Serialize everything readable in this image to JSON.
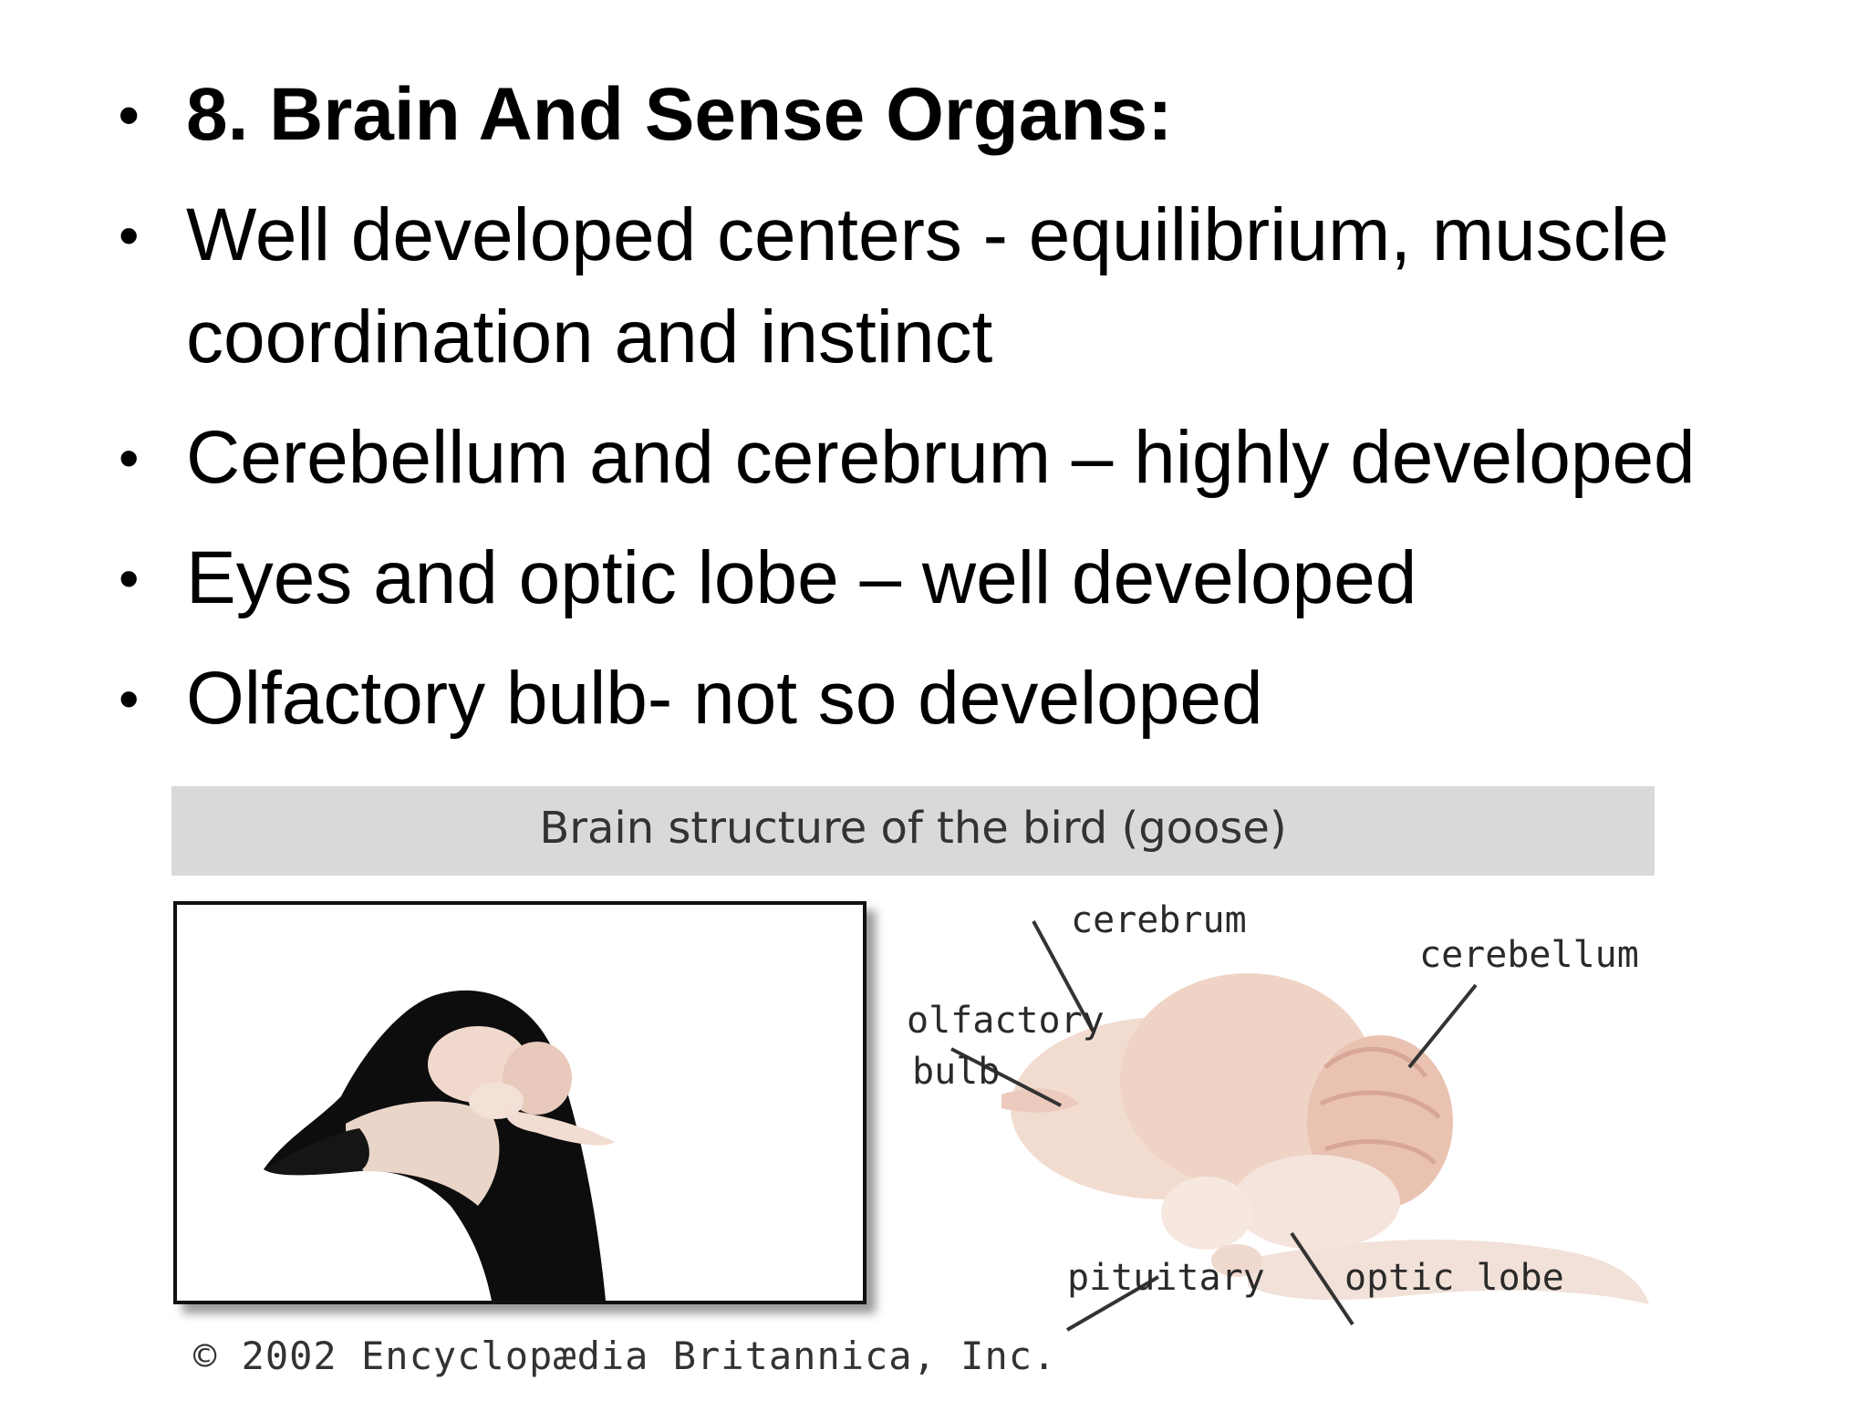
{
  "bullets": [
    {
      "text": "8. Brain And Sense Organs:",
      "bold": true
    },
    {
      "text": "Well developed centers  - equilibrium, muscle coordination and instinct",
      "bold": false
    },
    {
      "text": "Cerebellum and cerebrum – highly developed",
      "bold": false
    },
    {
      "text": "Eyes and optic lobe – well developed",
      "bold": false
    },
    {
      "text": "Olfactory bulb- not so developed",
      "bold": false
    }
  ],
  "figure": {
    "title": "Brain structure of the bird (goose)",
    "labels": {
      "cerebrum": "cerebrum",
      "cerebellum": "cerebellum",
      "olfactory_bulb_line1": "olfactory",
      "olfactory_bulb_line2": "bulb",
      "pituitary": "pituitary",
      "optic_lobe": "optic lobe"
    },
    "copyright": "© 2002 Encyclopædia Britannica, Inc."
  }
}
